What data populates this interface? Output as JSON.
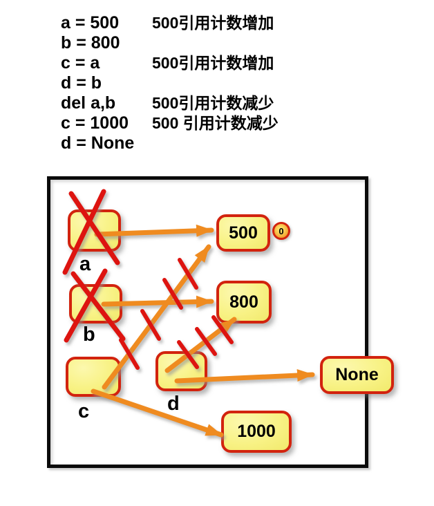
{
  "code_block": {
    "lines": [
      {
        "code": "a = 500",
        "note": "500引用计数增加"
      },
      {
        "code": "b = 800",
        "note": ""
      },
      {
        "code": "c = a",
        "note": "500引用计数增加"
      },
      {
        "code": "d = b",
        "note": ""
      },
      {
        "code": "del a,b",
        "note": "500引用计数减少"
      },
      {
        "code": "c = 1000",
        "note": "500 引用计数减少"
      },
      {
        "code": "d = None",
        "note": ""
      }
    ]
  },
  "diagram": {
    "variables": {
      "a": {
        "label": "a",
        "deleted": true
      },
      "b": {
        "label": "b",
        "deleted": true
      },
      "c": {
        "label": "c",
        "deleted": false
      },
      "d": {
        "label": "d",
        "deleted": false
      }
    },
    "values": {
      "v500": {
        "label": "500",
        "ref_count": "0"
      },
      "v800": {
        "label": "800"
      },
      "v1000": {
        "label": "1000"
      },
      "vnone": {
        "label": "None"
      }
    },
    "references": [
      {
        "from": "a",
        "to": "500",
        "crossed": true
      },
      {
        "from": "b",
        "to": "800",
        "crossed": true
      },
      {
        "from": "c",
        "to": "500",
        "crossed": true
      },
      {
        "from": "c",
        "to": "1000",
        "crossed": false
      },
      {
        "from": "d",
        "to": "800",
        "crossed": true
      },
      {
        "from": "d",
        "to": "None",
        "crossed": false
      }
    ],
    "colors": {
      "box_fill": "#f8f285",
      "box_border": "#d2230e",
      "arrow": "#ef8b20",
      "cross": "#dd1410",
      "frame": "#0b0b0b"
    }
  }
}
